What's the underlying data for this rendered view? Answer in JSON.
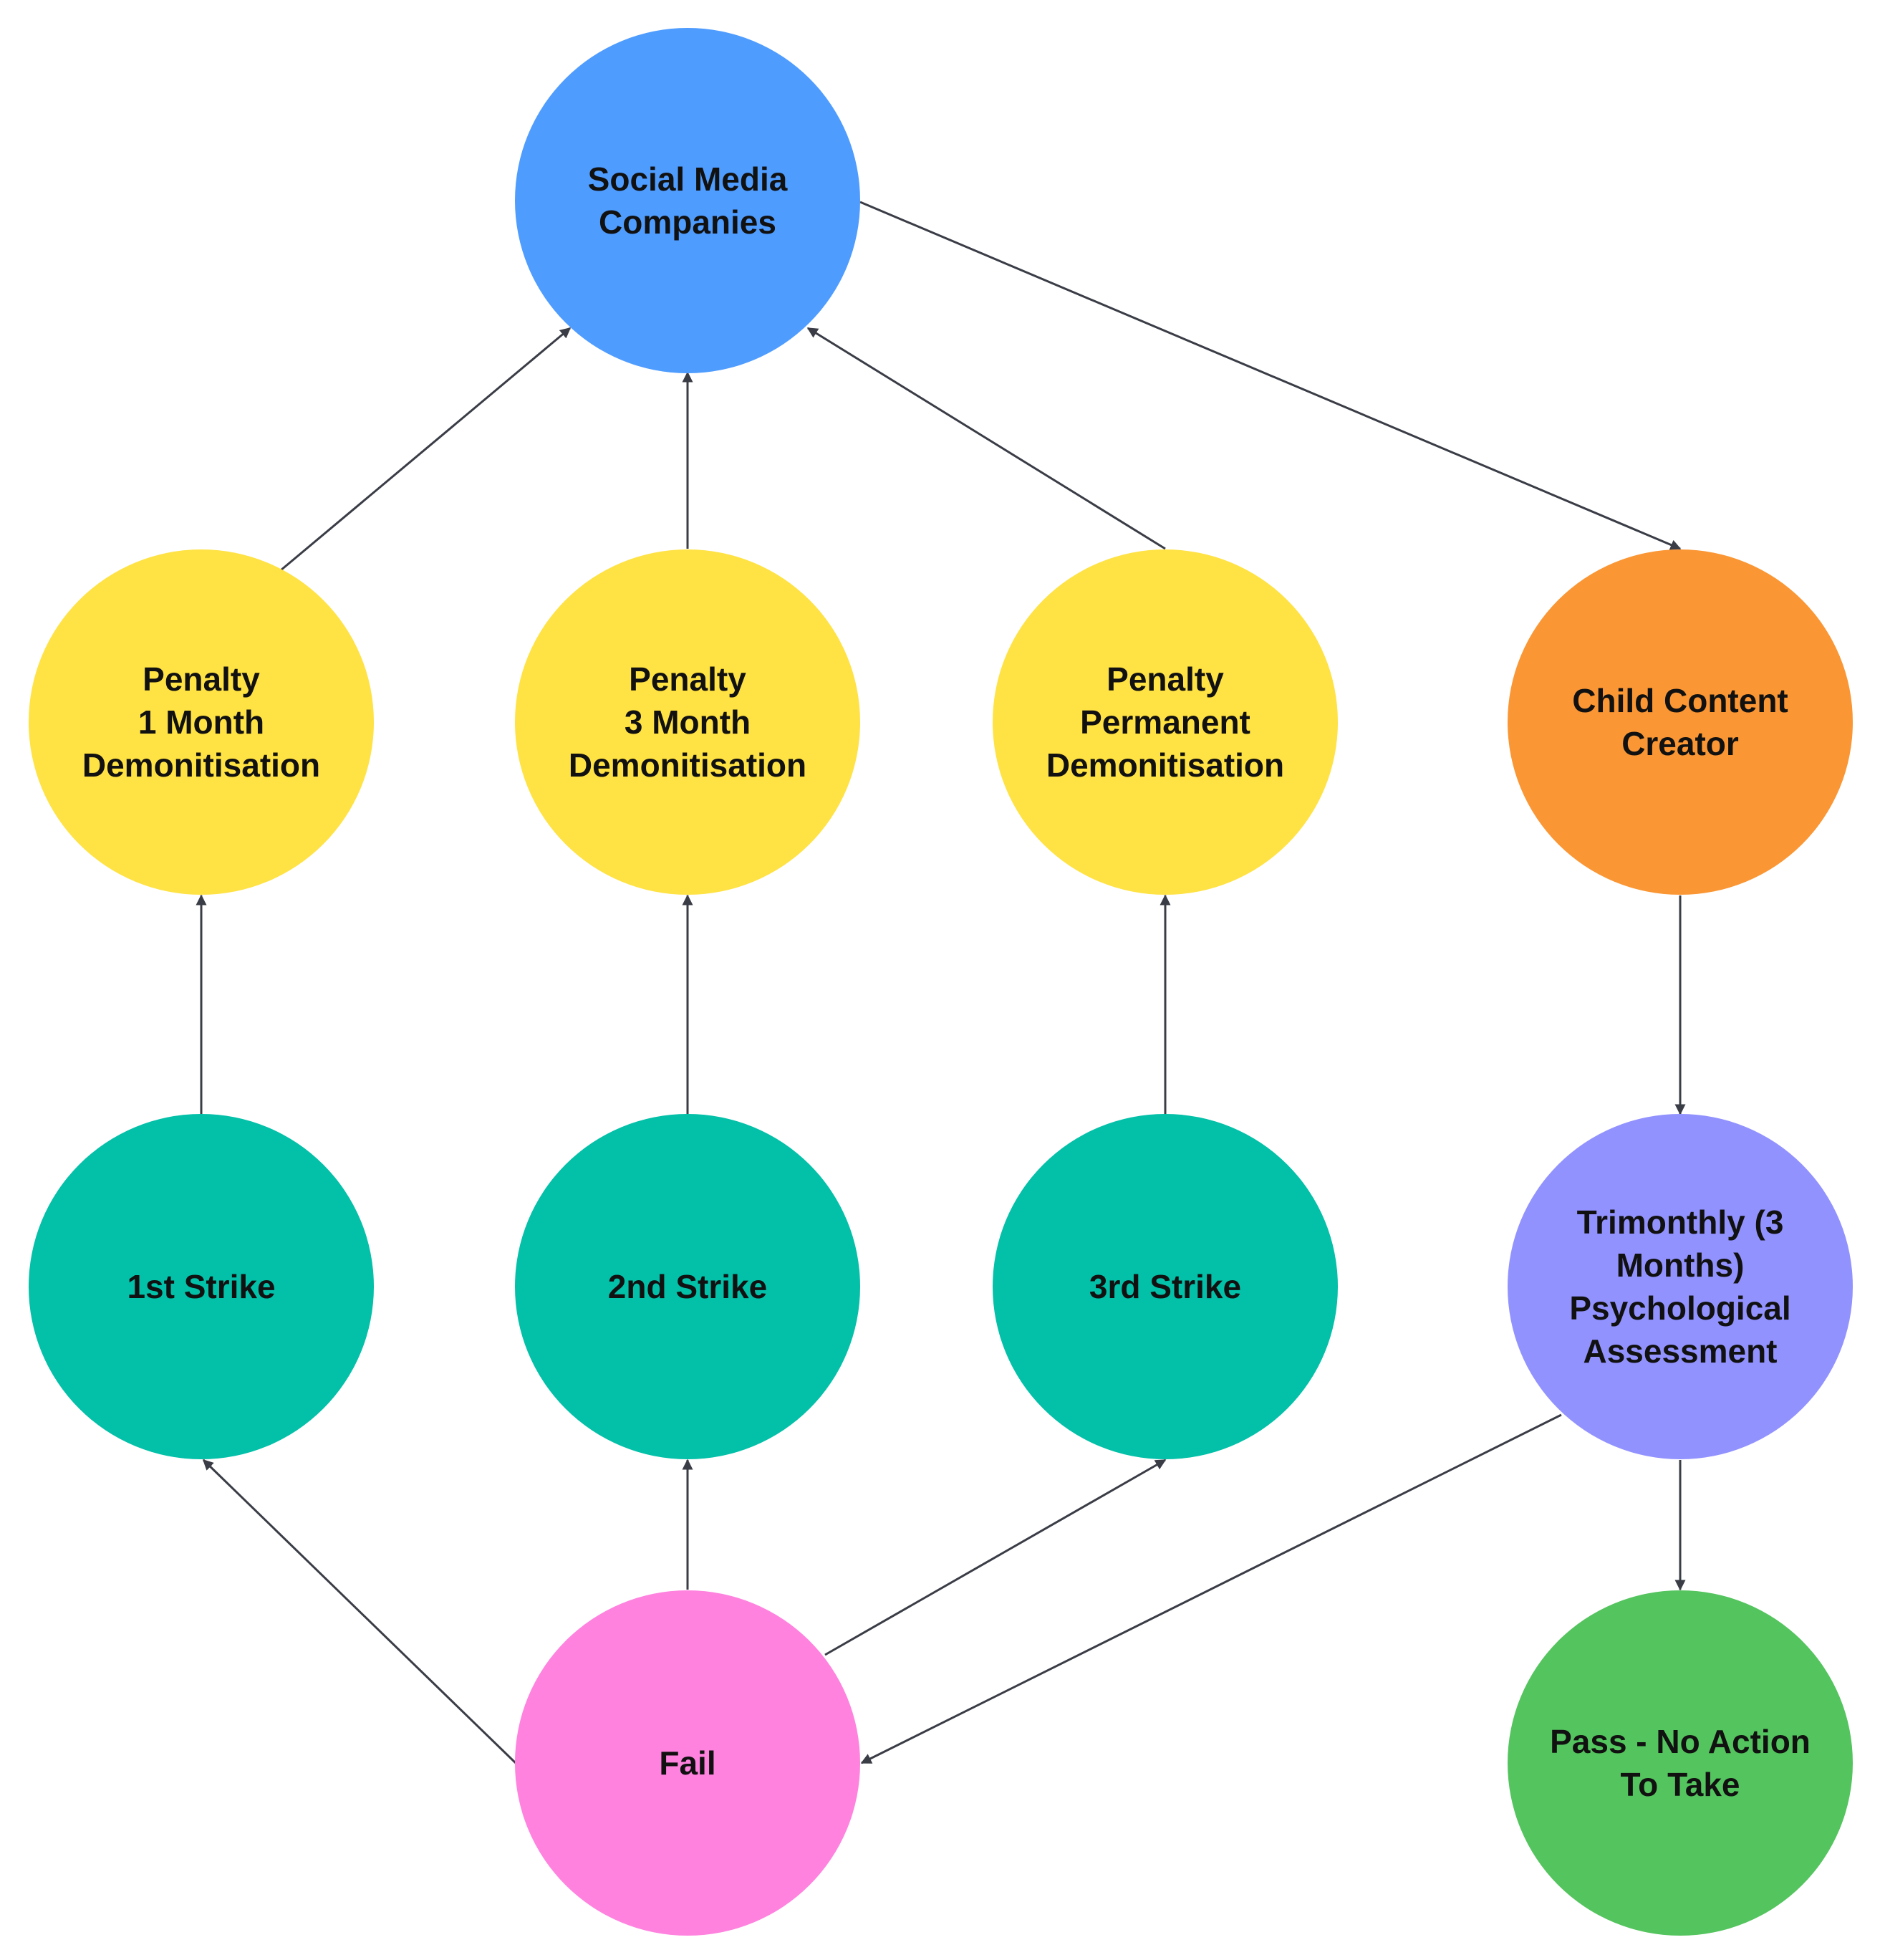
{
  "nodes": {
    "social_media": {
      "lines": [
        "Social Media",
        "Companies"
      ],
      "color": "#4f9cff"
    },
    "penalty_1": {
      "lines": [
        "Penalty",
        "1 Month",
        "Demonitisation"
      ],
      "color": "#ffe244"
    },
    "penalty_3": {
      "lines": [
        "Penalty",
        "3 Month",
        "Demonitisation"
      ],
      "color": "#ffe244"
    },
    "penalty_perm": {
      "lines": [
        "Penalty",
        "Permanent",
        "Demonitisation"
      ],
      "color": "#ffe244"
    },
    "child_creator": {
      "lines": [
        "Child Content",
        "Creator"
      ],
      "color": "#fa9634"
    },
    "strike_1": {
      "lines": [
        "1st Strike"
      ],
      "color": "#03c0a8"
    },
    "strike_2": {
      "lines": [
        "2nd Strike"
      ],
      "color": "#03c0a8"
    },
    "strike_3": {
      "lines": [
        "3rd Strike"
      ],
      "color": "#03c0a8"
    },
    "assessment": {
      "lines": [
        "Trimonthly (3",
        "Months)",
        "Psychological",
        "Assessment"
      ],
      "color": "#9292ff"
    },
    "fail": {
      "lines": [
        "Fail"
      ],
      "color": "#ff82df"
    },
    "pass": {
      "lines": [
        "Pass - No Action",
        "To Take"
      ],
      "color": "#54c45e"
    }
  },
  "edges": [
    {
      "from": "penalty_1",
      "to": "social_media"
    },
    {
      "from": "penalty_3",
      "to": "social_media"
    },
    {
      "from": "penalty_perm",
      "to": "social_media"
    },
    {
      "from": "social_media",
      "to": "child_creator"
    },
    {
      "from": "strike_1",
      "to": "penalty_1"
    },
    {
      "from": "strike_2",
      "to": "penalty_3"
    },
    {
      "from": "strike_3",
      "to": "penalty_perm"
    },
    {
      "from": "child_creator",
      "to": "assessment"
    },
    {
      "from": "assessment",
      "to": "pass"
    },
    {
      "from": "assessment",
      "to": "fail"
    },
    {
      "from": "fail",
      "to": "strike_1"
    },
    {
      "from": "fail",
      "to": "strike_2"
    },
    {
      "from": "fail",
      "to": "strike_3"
    }
  ],
  "edge_color": "#3a3d46"
}
